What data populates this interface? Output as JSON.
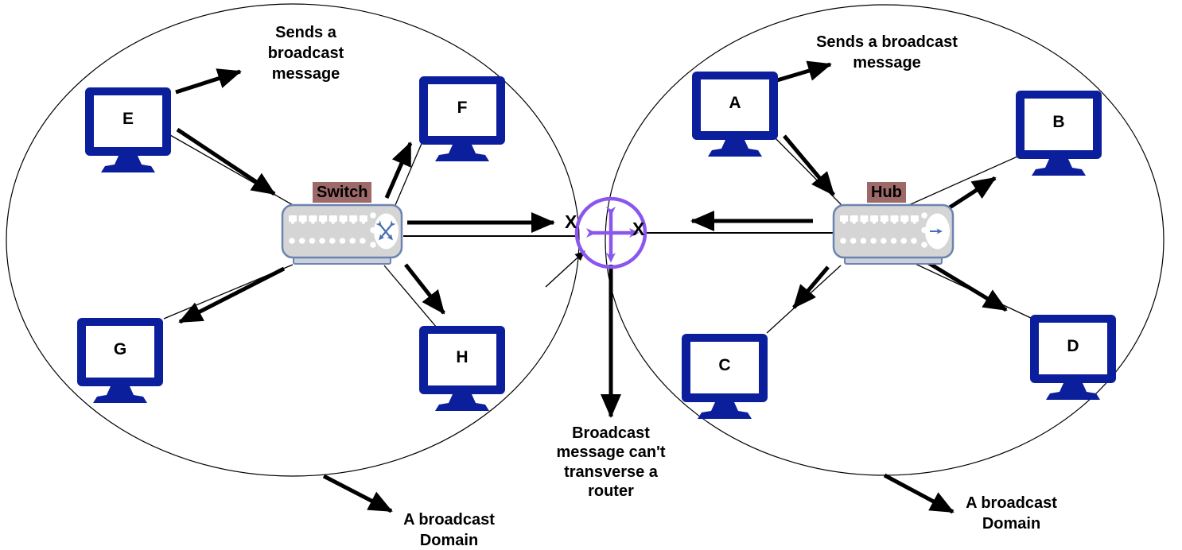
{
  "colors": {
    "monitor-blue": "#0b1e9b",
    "device-fill": "#d5d5d5",
    "device-border": "#6b84b0",
    "device-icon-blue": "#4a6fb0",
    "label-bg": "#9e6969",
    "router-purple": "#8a56ee",
    "line-black": "#000000"
  },
  "left_domain": {
    "broadcast_note": "Sends a\nbroadcast\nmessage",
    "switch_label": "Switch",
    "domain_label": "A broadcast\nDomain",
    "computers": {
      "e": "E",
      "f": "F",
      "g": "G",
      "h": "H"
    }
  },
  "right_domain": {
    "broadcast_note": "Sends a broadcast\nmessage",
    "hub_label": "Hub",
    "domain_label": "A broadcast\nDomain",
    "computers": {
      "a": "A",
      "b": "B",
      "c": "C",
      "d": "D"
    }
  },
  "router": {
    "note": "Broadcast\nmessage can't\ntransverse a\nrouter",
    "blocked_marker_left": "X",
    "blocked_marker_right": "X"
  }
}
